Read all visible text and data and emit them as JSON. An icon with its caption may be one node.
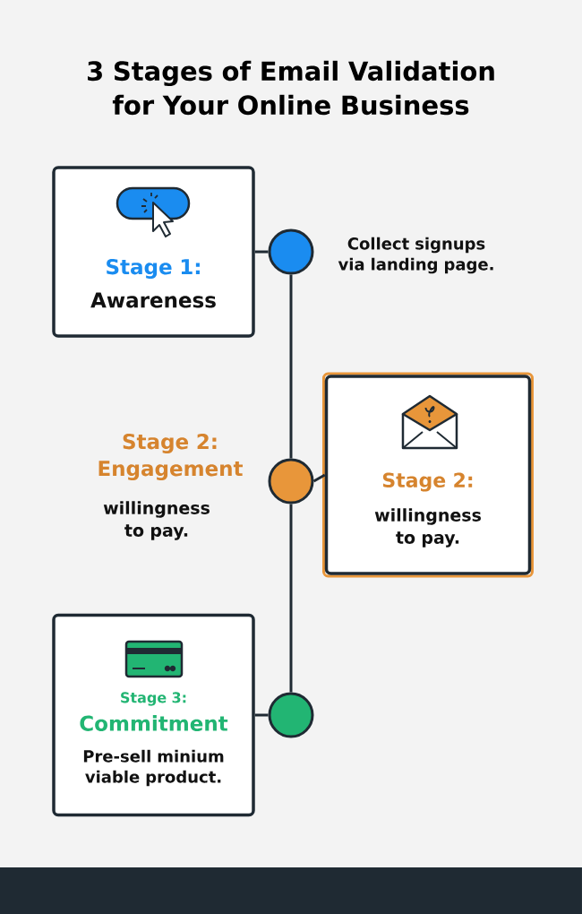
{
  "diagram": {
    "title": "3 Stages of Email Validation for Your Online Business",
    "nodes": [
      {
        "text": [
          "Stage 1:",
          "Awareness"
        ]
      },
      {
        "text": [],
        "shape": "circle",
        "beside": [
          "Collect signups via landing page."
        ]
      },
      {
        "text": [],
        "shape": "circle",
        "beside": [
          "Stage 2: Engagement",
          "willingness to pay."
        ]
      },
      {
        "text": [
          "Stage 2:",
          "willingness to pay."
        ]
      },
      {
        "text": [
          "Stage 3:",
          "Commitment",
          "Pre-sell minium viable product."
        ]
      },
      {
        "text": [],
        "shape": "circle"
      }
    ],
    "edges": [
      {
        "from": 0,
        "to": 1,
        "arrow": "none"
      },
      {
        "from": 1,
        "to": 2,
        "arrow": "none"
      },
      {
        "from": 2,
        "to": 3,
        "arrow": "none"
      },
      {
        "from": 2,
        "to": 5,
        "arrow": "none"
      },
      {
        "from": 4,
        "to": 5,
        "arrow": "none"
      }
    ]
  }
}
